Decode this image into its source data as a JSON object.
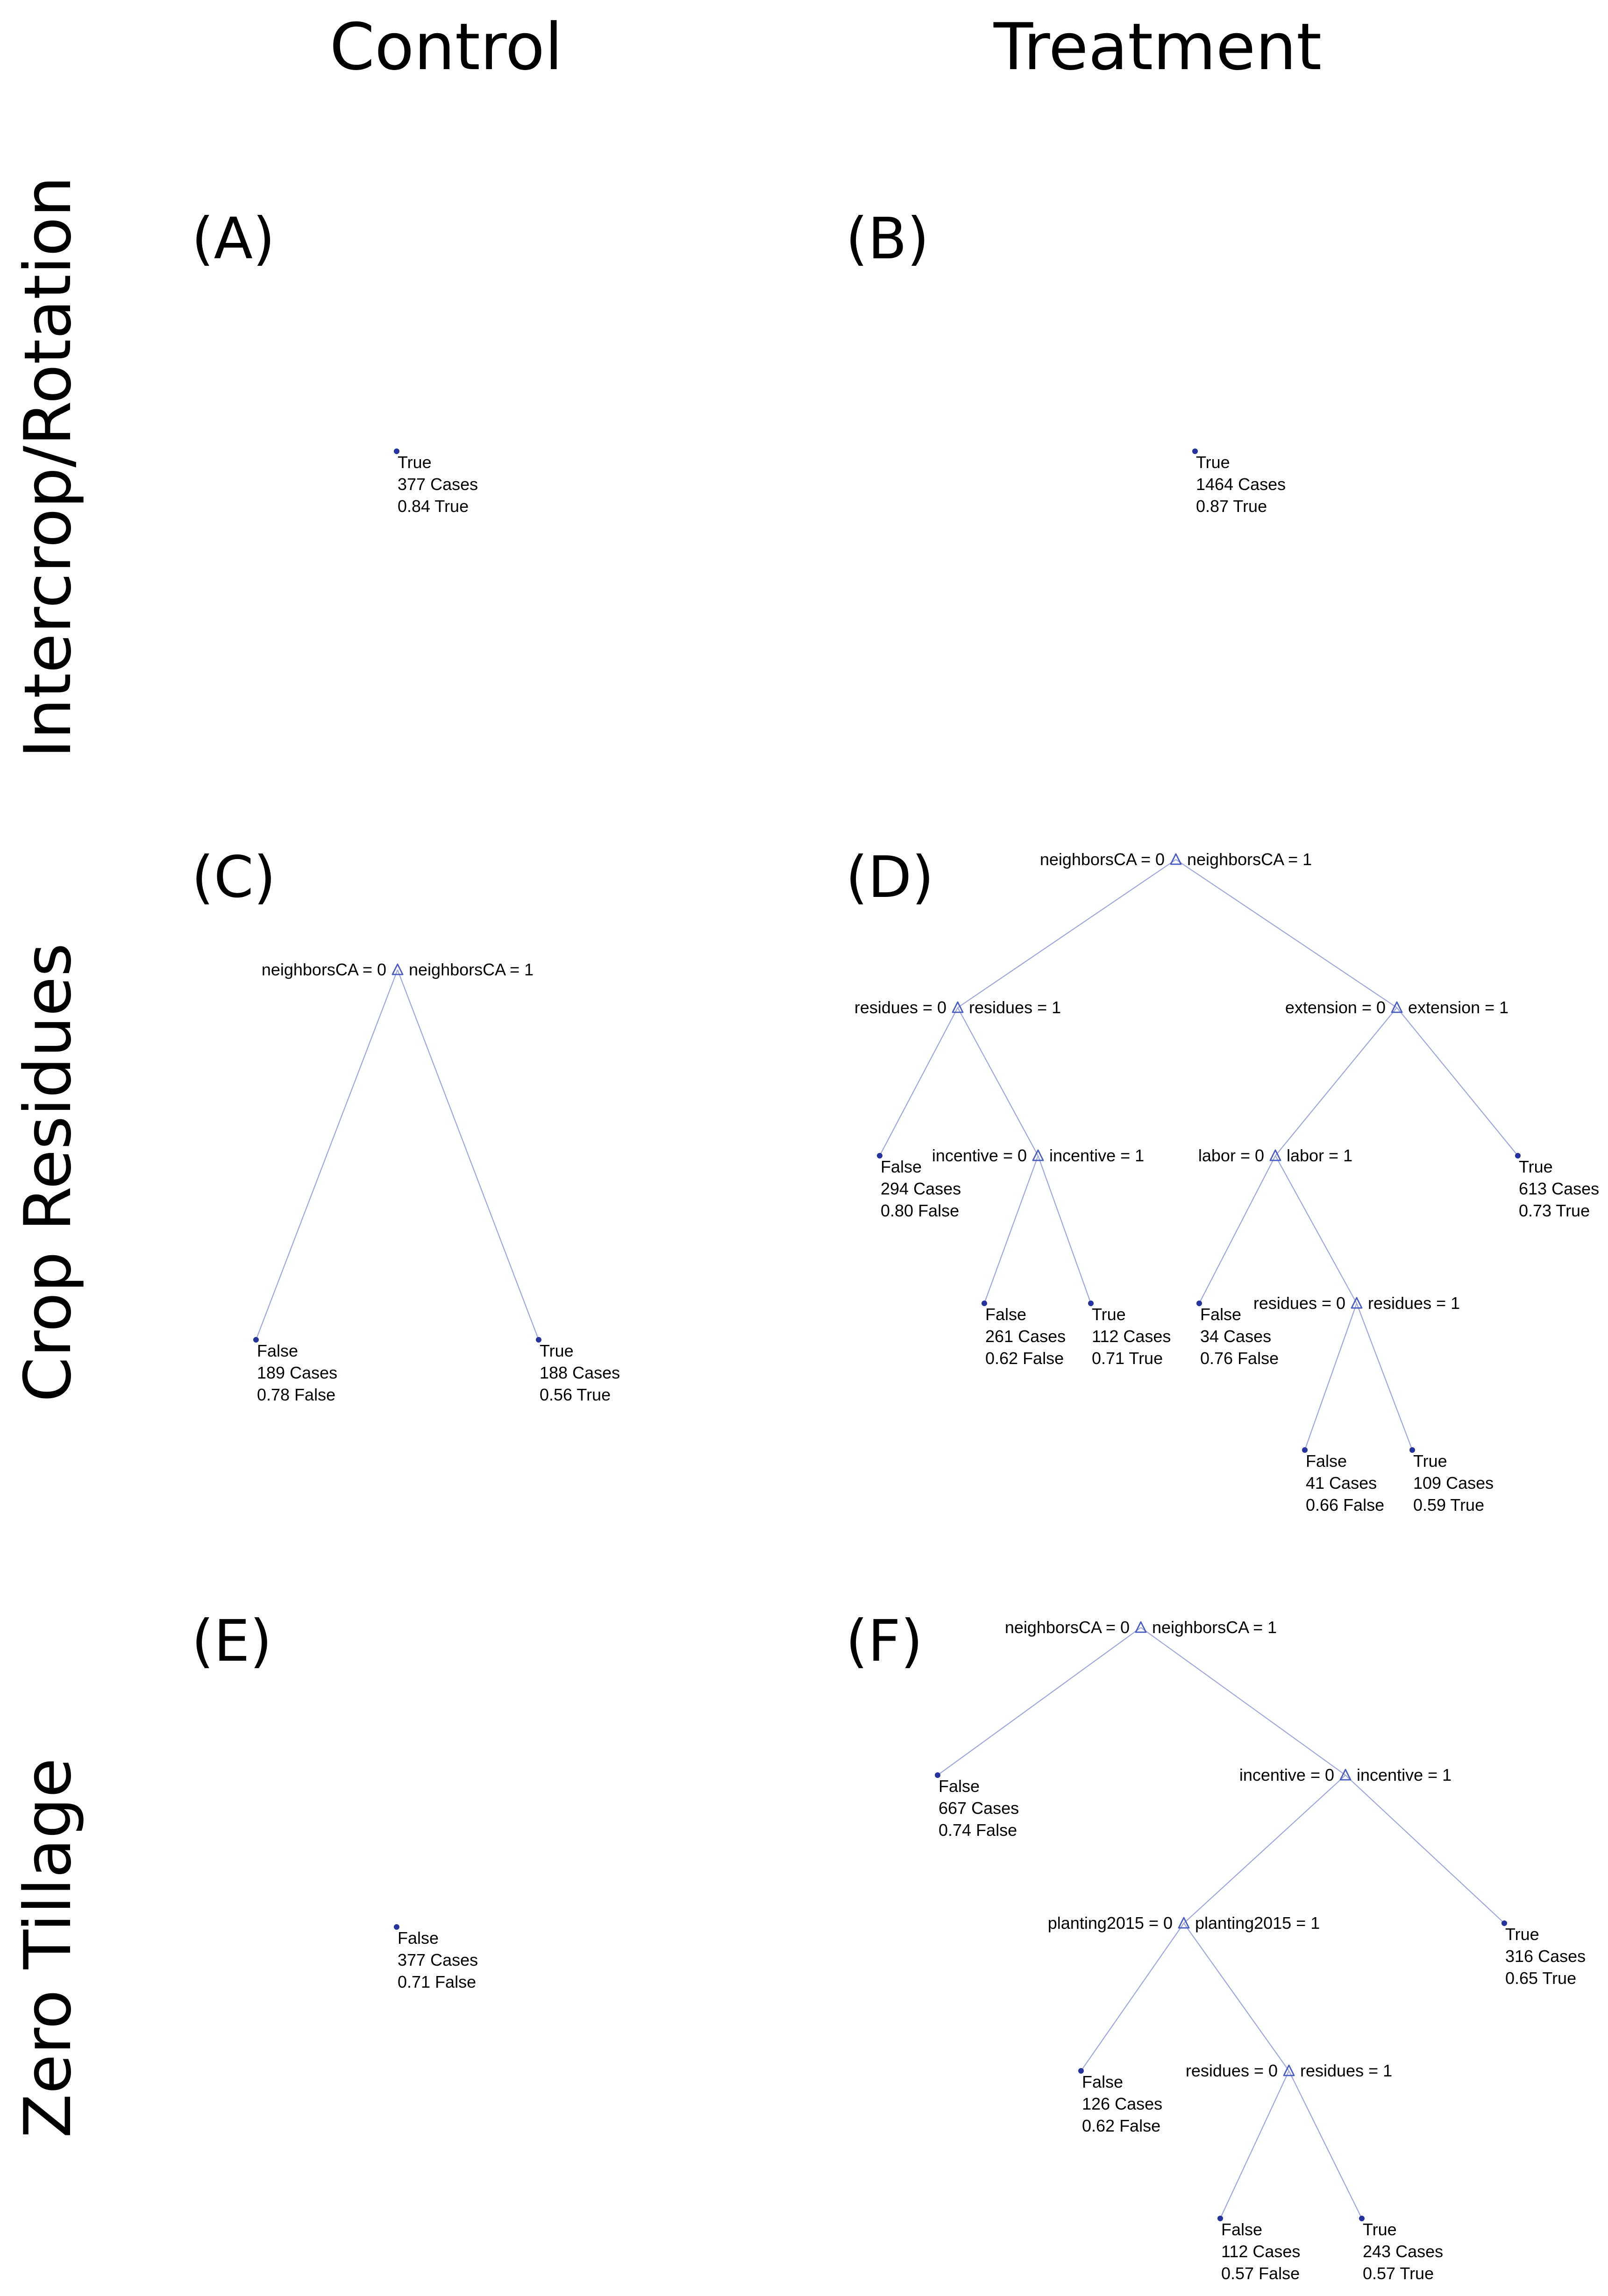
{
  "columns": [
    "Control",
    "Treatment"
  ],
  "rows": [
    "Intercrop/Rotation",
    "Crop Residues",
    "Zero Tillage"
  ],
  "colors": {
    "edge": "#9ea6db",
    "split_marker": "#4a5bc0",
    "leaf_marker": "#27339c",
    "text": "#000000"
  },
  "icons": {
    "split": "triangle-split-node-icon",
    "leaf": "dot-leaf-node-icon"
  },
  "panels": [
    {
      "letter": "(A)",
      "nodes": [
        {
          "type": "leaf",
          "lines": [
            "True",
            "377 Cases",
            "0.84 True"
          ]
        }
      ],
      "edges": []
    },
    {
      "letter": "(B)",
      "nodes": [
        {
          "type": "leaf",
          "lines": [
            "True",
            "1464 Cases",
            "0.87 True"
          ]
        }
      ],
      "edges": []
    },
    {
      "letter": "(C)",
      "nodes": [
        {
          "type": "split",
          "left": "neighborsCA = 0",
          "right": "neighborsCA = 1"
        },
        {
          "type": "leaf",
          "lines": [
            "False",
            "189 Cases",
            "0.78 False"
          ]
        },
        {
          "type": "leaf",
          "lines": [
            "True",
            "188 Cases",
            "0.56 True"
          ]
        }
      ],
      "edges": [
        [
          0,
          1
        ],
        [
          0,
          2
        ]
      ]
    },
    {
      "letter": "(D)",
      "nodes": [
        {
          "type": "split",
          "left": "neighborsCA = 0",
          "right": "neighborsCA = 1"
        },
        {
          "type": "split",
          "left": "residues = 0",
          "right": "residues = 1"
        },
        {
          "type": "split",
          "left": "extension = 0",
          "right": "extension = 1"
        },
        {
          "type": "leaf",
          "lines": [
            "False",
            "294 Cases",
            "0.80 False"
          ]
        },
        {
          "type": "split",
          "left": "incentive = 0",
          "right": "incentive = 1"
        },
        {
          "type": "split",
          "left": "labor = 0",
          "right": "labor = 1"
        },
        {
          "type": "leaf",
          "lines": [
            "True",
            "613 Cases",
            "0.73 True"
          ]
        },
        {
          "type": "leaf",
          "lines": [
            "False",
            "261 Cases",
            "0.62 False"
          ]
        },
        {
          "type": "leaf",
          "lines": [
            "True",
            "112 Cases",
            "0.71 True"
          ]
        },
        {
          "type": "leaf",
          "lines": [
            "False",
            "34 Cases",
            "0.76 False"
          ]
        },
        {
          "type": "split",
          "left": "residues = 0",
          "right": "residues = 1"
        },
        {
          "type": "leaf",
          "lines": [
            "False",
            "41 Cases",
            "0.66 False"
          ]
        },
        {
          "type": "leaf",
          "lines": [
            "True",
            "109 Cases",
            "0.59 True"
          ]
        }
      ],
      "edges": [
        [
          0,
          1
        ],
        [
          0,
          2
        ],
        [
          1,
          3
        ],
        [
          1,
          4
        ],
        [
          2,
          5
        ],
        [
          2,
          6
        ],
        [
          4,
          7
        ],
        [
          4,
          8
        ],
        [
          5,
          9
        ],
        [
          5,
          10
        ],
        [
          10,
          11
        ],
        [
          10,
          12
        ]
      ]
    },
    {
      "letter": "(E)",
      "nodes": [
        {
          "type": "leaf",
          "lines": [
            "False",
            "377 Cases",
            "0.71 False"
          ]
        }
      ],
      "edges": []
    },
    {
      "letter": "(F)",
      "nodes": [
        {
          "type": "split",
          "left": "neighborsCA = 0",
          "right": "neighborsCA = 1"
        },
        {
          "type": "leaf",
          "lines": [
            "False",
            "667 Cases",
            "0.74 False"
          ]
        },
        {
          "type": "split",
          "left": "incentive = 0",
          "right": "incentive = 1"
        },
        {
          "type": "split",
          "left": "planting2015 = 0",
          "right": "planting2015 = 1"
        },
        {
          "type": "leaf",
          "lines": [
            "True",
            "316 Cases",
            "0.65 True"
          ]
        },
        {
          "type": "leaf",
          "lines": [
            "False",
            "126 Cases",
            "0.62 False"
          ]
        },
        {
          "type": "split",
          "left": "residues = 0",
          "right": "residues = 1"
        },
        {
          "type": "leaf",
          "lines": [
            "False",
            "112 Cases",
            "0.57 False"
          ]
        },
        {
          "type": "leaf",
          "lines": [
            "True",
            "243 Cases",
            "0.57 True"
          ]
        }
      ],
      "edges": [
        [
          0,
          1
        ],
        [
          0,
          2
        ],
        [
          2,
          3
        ],
        [
          2,
          4
        ],
        [
          3,
          5
        ],
        [
          3,
          6
        ],
        [
          6,
          7
        ],
        [
          6,
          8
        ]
      ]
    }
  ]
}
